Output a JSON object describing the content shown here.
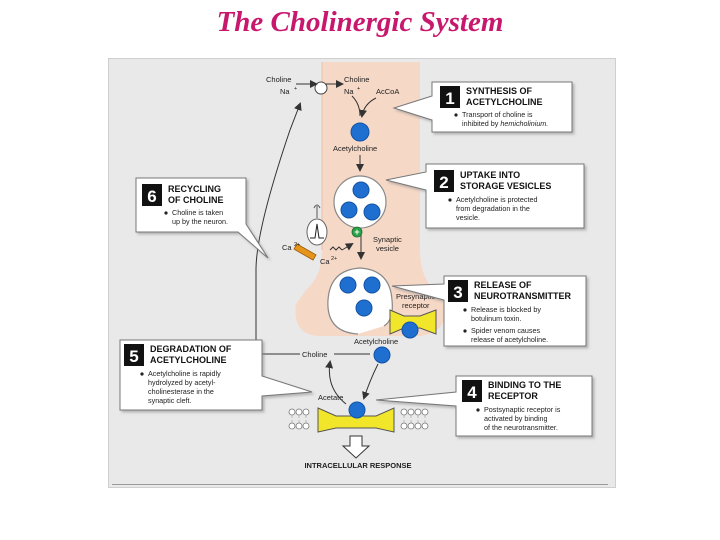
{
  "title": "The Cholinergic System",
  "labels": {
    "choline_out": "Choline",
    "na_out": "Na",
    "na_out_sup": "+",
    "choline_in": "Choline",
    "na_in": "Na",
    "na_in_sup": "+",
    "accoa": "AcCoA",
    "acetylcholine_top": "Acetylcholine",
    "synaptic": "Synaptic",
    "vesicle": "vesicle",
    "ca_left": "Ca",
    "ca_left_sup": "2+",
    "ca_right": "Ca",
    "ca_right_sup": "2+",
    "plus": "+",
    "presynaptic": "Presynaptic",
    "receptor": "receptor",
    "acetylcholine_cleft": "Acetylcholine",
    "choline_cleft": "Choline",
    "acetate": "Acetate",
    "intracellular": "INTRACELLULAR RESPONSE"
  },
  "steps": [
    {
      "number": "1",
      "title1": "SYNTHESIS OF",
      "title2": "ACETYLCHOLINE",
      "bullets": [
        [
          "Transport of choline is",
          "inhibited by ",
          "hemicholinium."
        ]
      ]
    },
    {
      "number": "2",
      "title1": "UPTAKE INTO",
      "title2": "STORAGE VESICLES",
      "bullets": [
        [
          "Acetylcholine is protected",
          "from degradation in the",
          "vesicle."
        ]
      ]
    },
    {
      "number": "3",
      "title1": "RELEASE OF",
      "title2": "NEUROTRANSMITTER",
      "bullets": [
        [
          "Release is blocked by",
          "botulinum toxin."
        ],
        [
          "Spider venom causes",
          "release of acetylcholine."
        ]
      ]
    },
    {
      "number": "4",
      "title1": "BINDING TO THE",
      "title2": "RECEPTOR",
      "bullets": [
        [
          "Postsynaptic receptor is",
          "activated by binding",
          "of the neurotransmitter."
        ]
      ]
    },
    {
      "number": "5",
      "title1": "DEGRADATION OF",
      "title2": "ACETYLCHOLINE",
      "bullets": [
        [
          "Acetylcholine is rapidly",
          "hydrolyzed by acetyl-",
          "cholinesterase in the",
          "synaptic cleft."
        ]
      ]
    },
    {
      "number": "6",
      "title1": "RECYCLING",
      "title2": "OF CHOLINE",
      "bullets": [
        [
          "Choline is taken",
          "up by the neuron."
        ]
      ]
    }
  ],
  "colors": {
    "title": "#c8186e",
    "neuron": "#f6d8c6",
    "molecule": "#1e6fd0",
    "receptor": "#f2e62a",
    "channel": "#e6951c",
    "plus_badge": "#2aa24a",
    "number_box": "#111111"
  }
}
